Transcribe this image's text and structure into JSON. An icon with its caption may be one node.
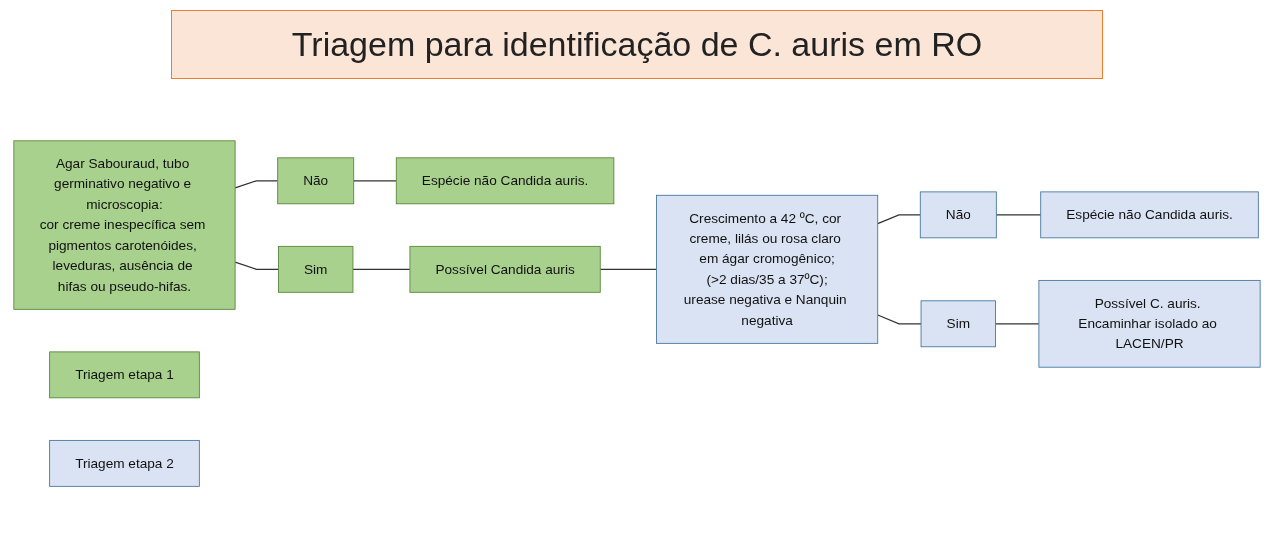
{
  "diagram": {
    "title": "Triagem para identificação de C. auris em RO",
    "nodes": [
      {
        "text": [
          "Agar Sabouraud, tubo germinativo negativo e microscopia:",
          "cor creme inespecífica sem pigmentos carotenóides, leveduras, ausência de hifas ou pseudo-hifas."
        ]
      },
      {
        "text": [
          "Não"
        ]
      },
      {
        "text": [
          "Espécie não Candida auris."
        ]
      },
      {
        "text": [
          "Sim"
        ]
      },
      {
        "text": [
          "Possível Candida auris"
        ]
      },
      {
        "text": [
          "Crescimento a 42 ºC, cor creme, lilás ou rosa claro em ágar cromogênico;",
          "(>2 dias/35 a 37ºC);",
          "urease negativa e Nanquin negativa"
        ]
      },
      {
        "text": [
          "Não"
        ]
      },
      {
        "text": [
          "Espécie não Candida auris."
        ]
      },
      {
        "text": [
          "Sim"
        ]
      },
      {
        "text": [
          "Possível C. auris. Encaminhar isolado ao LACEN/PR"
        ]
      },
      {
        "text": [
          "Triagem etapa 1"
        ]
      },
      {
        "text": [
          "Triagem etapa 2"
        ]
      }
    ],
    "edges": [
      {
        "from": 0,
        "to": 1,
        "arrow": "none"
      },
      {
        "from": 0,
        "to": 3,
        "arrow": "none"
      },
      {
        "from": 1,
        "to": 2,
        "arrow": "none"
      },
      {
        "from": 3,
        "to": 4,
        "arrow": "none"
      },
      {
        "from": 4,
        "to": 5,
        "arrow": "none"
      },
      {
        "from": 5,
        "to": 6,
        "arrow": "none"
      },
      {
        "from": 5,
        "to": 8,
        "arrow": "none"
      },
      {
        "from": 6,
        "to": 7,
        "arrow": "none"
      },
      {
        "from": 8,
        "to": 9,
        "arrow": "none"
      }
    ]
  }
}
